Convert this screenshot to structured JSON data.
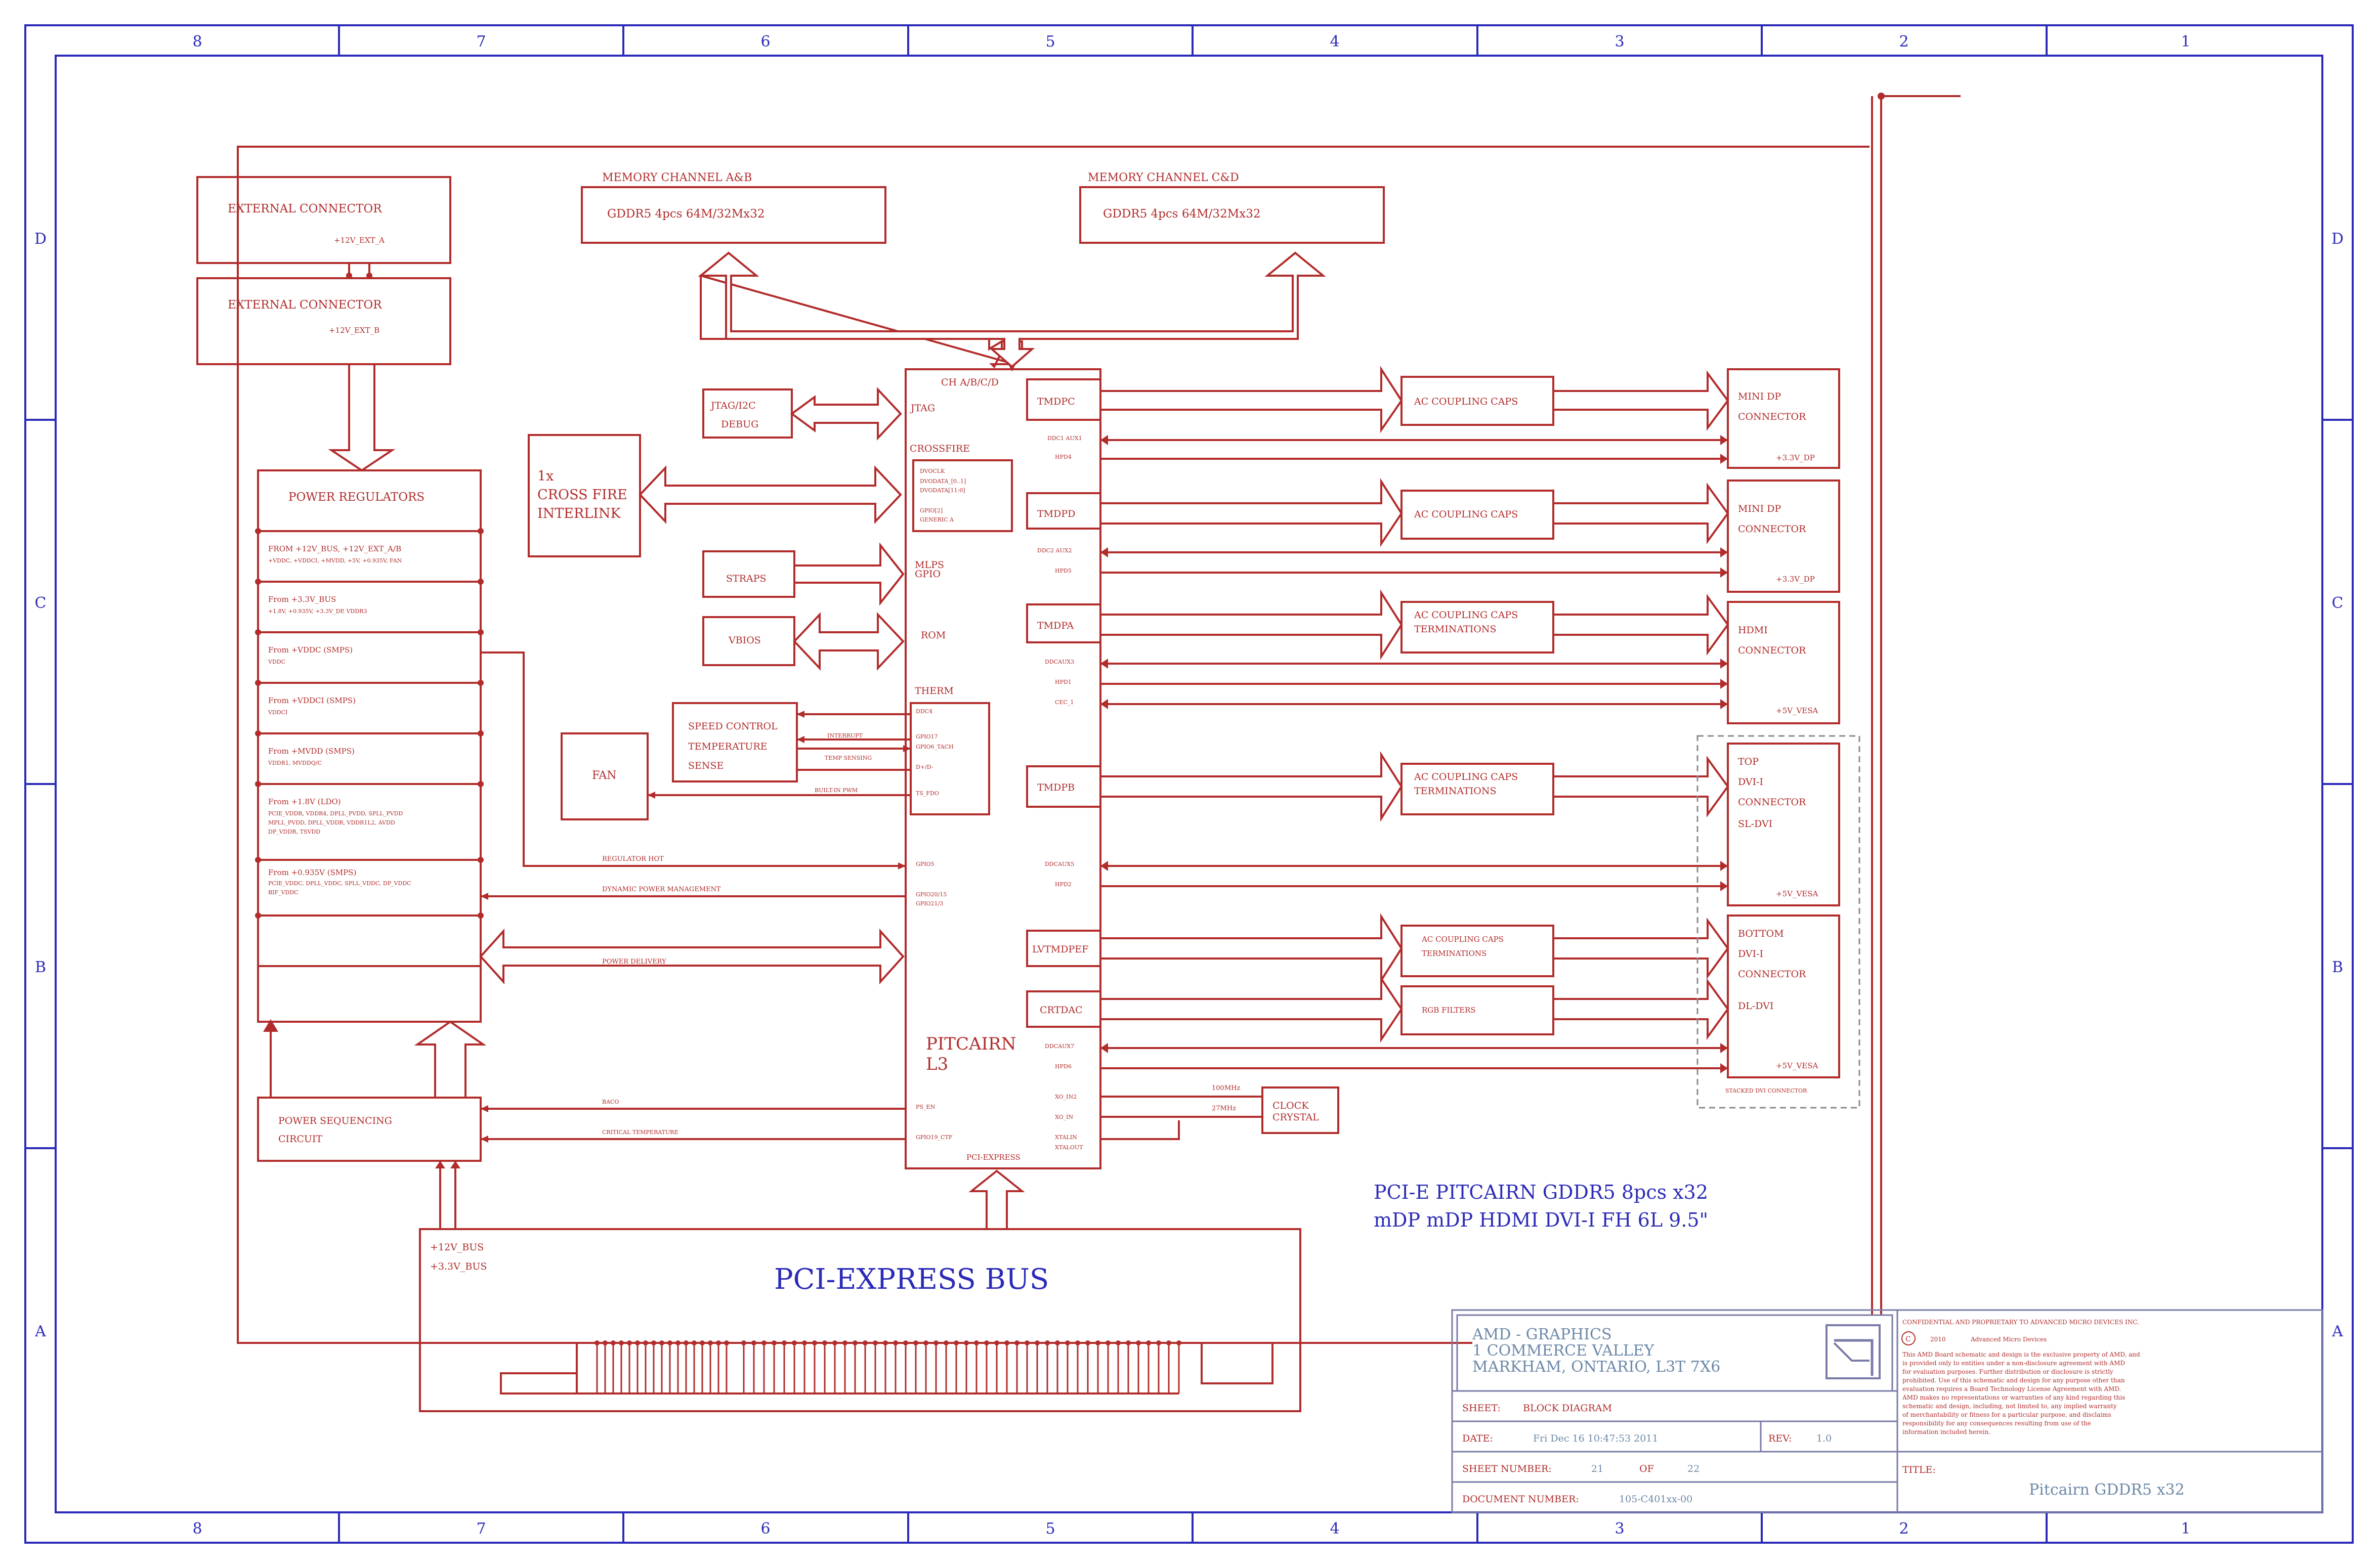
{
  "colors": {
    "schematic": "#b22c2c",
    "frame": "#2b2bb8",
    "title_grey": "#6c88a8"
  },
  "frame": {
    "columns": [
      "8",
      "7",
      "6",
      "5",
      "4",
      "3",
      "2",
      "1"
    ],
    "rows": [
      "D",
      "C",
      "B",
      "A"
    ]
  },
  "blocks": {
    "ext_a": {
      "title": "EXTERNAL CONNECTOR",
      "net": "+12V_EXT_A"
    },
    "ext_b": {
      "title": "EXTERNAL CONNECTOR",
      "net": "+12V_EXT_B"
    },
    "mem_ab": {
      "caption": "MEMORY CHANNEL A&B",
      "label": "GDDR5 4pcs 64M/32Mx32"
    },
    "mem_cd": {
      "caption": "MEMORY CHANNEL C&D",
      "label": "GDDR5 4pcs 64M/32Mx32"
    },
    "power_regulators": {
      "title": "POWER REGULATORS",
      "rows": [
        {
          "head": "FROM +12V_BUS, +12V_EXT_A/B",
          "sub": [
            "+VDDC, +VDDCI, +MVDD, +5V, +0.935V, FAN"
          ]
        },
        {
          "head": "From +3.3V_BUS",
          "sub": [
            "+1.8V, +0.935V, +3.3V_DP, VDDR3"
          ]
        },
        {
          "head": "From +VDDC (SMPS)",
          "sub": [
            "VDDC"
          ]
        },
        {
          "head": "From +VDDCI (SMPS)",
          "sub": [
            "VDDCI"
          ]
        },
        {
          "head": "From +MVDD (SMPS)",
          "sub": [
            "VDDR1, MVDDQ/C"
          ]
        },
        {
          "head": "From +1.8V (LDO)",
          "sub": [
            "PCIE_VDDR, VDDR4, DPLL_PVDD, SPLL_PVDD",
            "MPLL_PVDD, DPLL_VDDR, VDDR1L2, AVDD",
            "DP_VDDR, TSVDD"
          ]
        },
        {
          "head": "From +0.935V (SMPS)",
          "sub": [
            "PCIE_VDDC, DPLL_VDDC, SPLL_VDDC, DP_VDDC",
            "BIF_VDDC"
          ]
        }
      ]
    },
    "jtag": {
      "line1": "JTAG/I2C",
      "line2": "DEBUG"
    },
    "crossfire": {
      "line1": "1x",
      "line2": "CROSS FIRE",
      "line3": "INTERLINK"
    },
    "straps": "STRAPS",
    "vbios": "VBIOS",
    "speed_control": {
      "line1": "SPEED CONTROL",
      "line2": "TEMPERATURE",
      "line3": "SENSE"
    },
    "fan": "FAN",
    "power_seq": {
      "line1": "POWER SEQUENCING",
      "line2": "CIRCUIT"
    },
    "pcie_bus": {
      "title": "PCI-EXPRESS BUS",
      "net1": "+12V_BUS",
      "net2": "+3.3V_BUS"
    },
    "clock": {
      "line1": "CLOCK",
      "line2": "CRYSTAL"
    }
  },
  "gpu": {
    "top": "CH A/B/C/D",
    "name1": "PITCAIRN",
    "name2": "L3",
    "bottom": "PCI-EXPRESS",
    "left_pins": {
      "jtag": "JTAG",
      "crossfire": "CROSSFIRE",
      "cf_sub": [
        "DVOCLK",
        "DVODATA_[0..1]",
        "DVODATA[11:0]",
        "GPIO[2]",
        "GENERIC A"
      ],
      "mlps": "MLPS",
      "gpio": "GPIO",
      "rom": "ROM",
      "therm": "THERM",
      "therm_sub": [
        "DDC4",
        "GPIO17",
        "GPIO6_TACH",
        "D+/D-",
        "TS_FDO"
      ],
      "gpio5": "GPIO5",
      "gpio_dpm": [
        "GPIO20/15",
        "GPIO21/3"
      ],
      "ps_en": "PS_EN",
      "gpio19": "GPIO19_CTF"
    },
    "right_pins": {
      "tmdpc": "TMDPC",
      "tmdpd": "TMDPD",
      "tmdpa": "TMDPA",
      "tmdpb": "TMDPB",
      "lvtmdpef": "LVTMDPEF",
      "crtdac": "CRTDAC",
      "tmdpc_sub": [
        "DDC1 AUX1",
        "HPD4"
      ],
      "tmdpd_sub": [
        "DDC2 AUX2",
        "HPD5"
      ],
      "tmdpa_sub": [
        "DDCAUX3",
        "HPD1",
        "CEC_1"
      ],
      "tmdpb_sub": [
        "DDCAUX5",
        "HPD2"
      ],
      "crtdac_sub": [
        "DDCAUX7",
        "HPD6"
      ],
      "xtal": [
        "XO_IN2",
        "XO_IN",
        "XTALIN",
        "XTALOUT"
      ]
    }
  },
  "signals": {
    "interrupt": "INTERRUPT",
    "temp_sensing": "TEMP SENSING",
    "pwm": "BUILT-IN PWM",
    "reg_hot": "REGULATOR HOT",
    "dpm": "DYNAMIC POWER MANAGEMENT",
    "power_delivery": "POWER DELIVERY",
    "baco": "BACO",
    "crit_temp": "CRITICAL TEMPERATURE",
    "clk100": "100MHz",
    "clk27": "27MHz"
  },
  "caps": {
    "c1": {
      "line1": "AC COUPLING CAPS",
      "line2": ""
    },
    "c2": {
      "line1": "AC COUPLING CAPS",
      "line2": ""
    },
    "c3": {
      "line1": "AC COUPLING CAPS",
      "line2": "TERMINATIONS"
    },
    "c4": {
      "line1": "AC COUPLING CAPS",
      "line2": "TERMINATIONS"
    },
    "c5": {
      "line1": "AC COUPLING CAPS",
      "line2": "TERMINATIONS"
    },
    "rgb": "RGB FILTERS"
  },
  "connectors": {
    "mdp1": {
      "lines": [
        "MINI DP",
        "CONNECTOR"
      ],
      "rail": "+3.3V_DP"
    },
    "mdp2": {
      "lines": [
        "MINI DP",
        "CONNECTOR"
      ],
      "rail": "+3.3V_DP"
    },
    "hdmi": {
      "lines": [
        "HDMI",
        "CONNECTOR"
      ],
      "rail": "+5V_VESA"
    },
    "top_dvi": {
      "lines": [
        "TOP",
        "DVI-I",
        "CONNECTOR",
        "SL-DVI"
      ],
      "rail": "+5V_VESA"
    },
    "bottom_dvi": {
      "lines": [
        "BOTTOM",
        "DVI-I",
        "CONNECTOR",
        "DL-DVI"
      ],
      "rail": "+5V_VESA"
    },
    "stacked": "STACKED DVI CONNECTOR"
  },
  "board_title": {
    "line1": "PCI-E PITCAIRN GDDR5 8pcs x32",
    "line2": "mDP mDP HDMI DVI-I FH 6L 9.5\""
  },
  "title_block": {
    "company": [
      "AMD - GRAPHICS",
      "1 COMMERCE VALLEY",
      "MARKHAM, ONTARIO, L3T 7X6"
    ],
    "sheet_label": "SHEET:",
    "sheet_value": "BLOCK DIAGRAM",
    "date_label": "DATE:",
    "date_value": "Fri Dec 16 10:47:53 2011",
    "rev_label": "REV:",
    "rev_value": "1.0",
    "sheet_number_label": "SHEET NUMBER:",
    "sheet_number": "21",
    "of_label": "OF",
    "sheet_total": "22",
    "doc_label": "DOCUMENT NUMBER:",
    "doc_value": "105-C401xx-00",
    "confidential": "CONFIDENTIAL AND PROPRIETARY TO ADVANCED MICRO DEVICES INC.",
    "copyright_symbol": "C",
    "copyright_year": "2010",
    "copyright_owner": "Advanced Micro Devices",
    "legal": [
      "This AMD Board schematic and design is the exclusive property of AMD, and",
      "is provided only to entities under a non-disclosure agreement with AMD",
      "for evaluation purposes. Further distribution or disclosure is strictly",
      "prohibited. Use of this schematic and design for any purpose other than",
      "evaluation requires a Board Technology License Agreement with AMD.",
      "AMD makes no representations or warranties of any kind regarding this",
      "schematic and design, including, not limited to, any implied warranty",
      "of merchantability or fitness for a particular purpose, and disclaims",
      "responsibility for any consequences resulting from use of the",
      "information included herein."
    ],
    "title_label": "TITLE:",
    "title_value": "Pitcairn GDDR5 x32"
  }
}
